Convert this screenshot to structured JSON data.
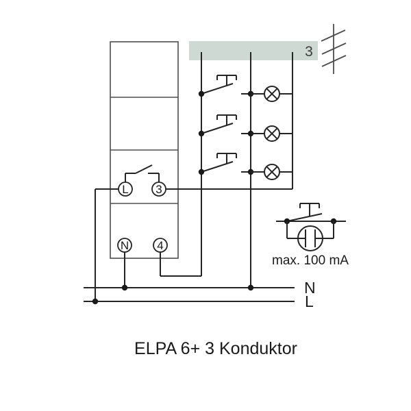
{
  "title": "ELPA 6+ 3 Konduktor",
  "cable": {
    "conductor_count_label": "3",
    "hatch_marks": 3
  },
  "device": {
    "terminals": [
      {
        "id": "live",
        "label": "L"
      },
      {
        "id": "output",
        "label": "3"
      },
      {
        "id": "neutral",
        "label": "N"
      },
      {
        "id": "button_input",
        "label": "4"
      }
    ]
  },
  "supply": {
    "neutral_label": "N",
    "line_label": "L"
  },
  "pushbuttons": {
    "count": 3
  },
  "lamps": {
    "count": 3
  },
  "illuminated_pushbutton_note": {
    "label": "max. 100 mA"
  },
  "colors": {
    "wire": "#242424",
    "device_outline": "#4d4d4d",
    "cable_bar_fill": "#cfd9d3",
    "cable_label": "#3a3a3a"
  }
}
